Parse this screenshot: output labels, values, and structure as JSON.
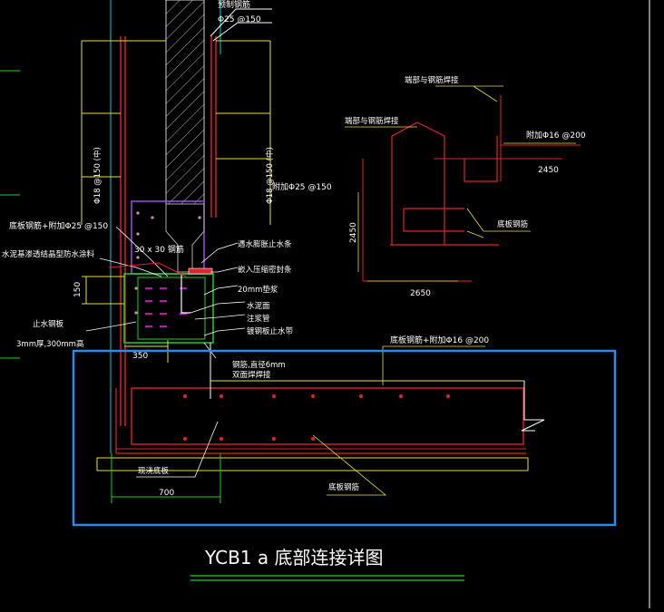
{
  "drawing": {
    "title": "YCB1 a 底部连接详图",
    "colors": {
      "background": "#000000",
      "rebar_red": "#e0242a",
      "dim_yellow": "#e8e03a",
      "leader_white": "#ffffff",
      "cyan": "#00d0d8",
      "green": "#20d020",
      "magenta": "#e020e0",
      "purple": "#a050e0",
      "selection_blue": "#2d8ae8"
    },
    "labels": {
      "precast_rebar": "预制钢筋",
      "top_rebar_spec": "Φ25 @150",
      "left_vertical": "Φ18 @150 (中)",
      "right_vertical": "Φ18 @150 (中)",
      "add_rebar": "附加Φ25 @150",
      "bottom_rebar_left": "底板钢筋+附加Φ25 @150",
      "rebar_30x30": "30 x 30 钢筋",
      "waterproof_coating": "水泥基渗透结晶型防水涂料",
      "swelling_stop": "遇水膨胀止水条",
      "grout_seal": "嵌入压缩密封条",
      "mortar_20": "20mm垫浆",
      "water_face": "水泥面",
      "grouting_pipe": "注浆管",
      "steel_plate_seal": "镀钢板止水带",
      "dim_150": "150",
      "stop_plate": "止水钢板",
      "stop_plate_spec": "3mm厚,300mm高",
      "dim_350": "350",
      "steel_strip": "钢筋,直径6mm",
      "weld_strip": "双面焊焊接",
      "bottom_add_rebar": "底板钢筋+附加Φ16 @200",
      "cast_slab": "现浇底板",
      "dim_700": "700",
      "slab_rebar": "底板钢筋",
      "inset_end_weld_top": "端部与钢筋焊接",
      "inset_end_weld_left": "端部与钢筋焊接",
      "inset_add": "附加Φ16 @200",
      "inset_2450_h": "2450",
      "inset_2450_v": "2450",
      "inset_2650": "2650",
      "inset_slab_rebar": "底板钢筋"
    }
  }
}
